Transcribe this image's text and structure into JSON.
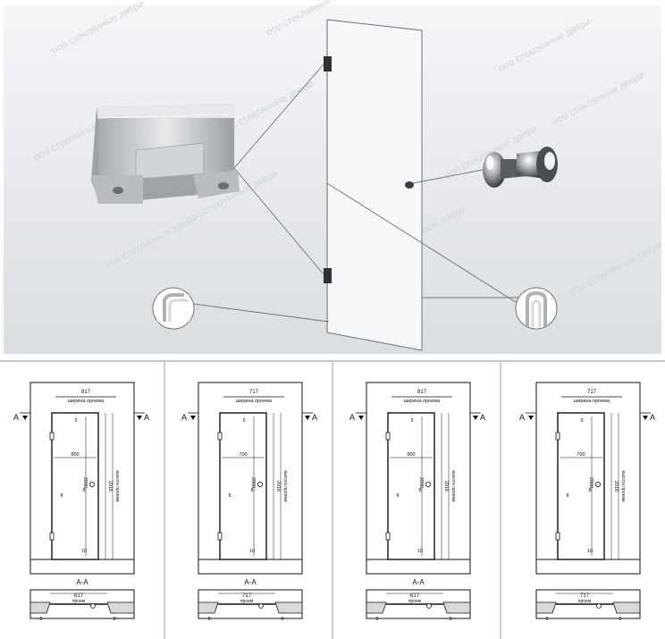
{
  "render": {
    "title": "",
    "watermark": "ооо стеклянные двери",
    "materials": {
      "backdrop": "#e9ebef",
      "glass": "#f5f7fa",
      "glass_edge": "#6d7177",
      "chrome": "#c9ccd0",
      "hardware": "#3a3c40"
    },
    "callouts": [
      "hinge-detail",
      "knob-detail",
      "seal-left-detail",
      "seal-right-detail"
    ]
  },
  "drawings": [
    {
      "id": "d1",
      "width": "817",
      "width_caption": "ширина проема",
      "inner_width": "800",
      "height_total": "2016",
      "height_caption": "высота проема",
      "door_height": "2000",
      "gap_top": "5",
      "gap_side": "8",
      "gap_bottom": "10",
      "gap_knob": "8",
      "section_marker": "A",
      "section_title": "A-A",
      "plan_width": "617",
      "plan_caption": "проем",
      "plan_gap_left": "8",
      "plan_gap_right": "8",
      "hinge_side": "left"
    },
    {
      "id": "d2",
      "width": "717",
      "width_caption": "ширина проема",
      "inner_width": "700",
      "height_total": "2016",
      "height_caption": "высота проема",
      "door_height": "2000",
      "gap_top": "5",
      "gap_side": "8",
      "gap_bottom": "10",
      "gap_knob": "8",
      "section_marker": "A",
      "section_title": "A-A",
      "plan_width": "717",
      "plan_caption": "проем",
      "plan_gap_left": "8",
      "plan_gap_right": "8",
      "hinge_side": "left"
    },
    {
      "id": "d3",
      "width": "817",
      "width_caption": "ширина проема",
      "inner_width": "800",
      "height_total": "2016",
      "height_caption": "высота проема",
      "door_height": "2000",
      "gap_top": "5",
      "gap_side": "8",
      "gap_bottom": "10",
      "gap_knob": "8",
      "section_marker": "A",
      "section_title": "A-A",
      "plan_width": "617",
      "plan_caption": "проем",
      "plan_gap_left": "8",
      "plan_gap_right": "8",
      "hinge_side": "left"
    },
    {
      "id": "d4",
      "width": "717",
      "width_caption": "ширина проема",
      "inner_width": "700",
      "height_total": "2016",
      "height_caption": "высота проема",
      "door_height": "2000",
      "gap_top": "5",
      "gap_side": "8",
      "gap_bottom": "10",
      "gap_knob": "8",
      "section_marker": "A",
      "section_title": "",
      "plan_width": "717",
      "plan_caption": "проем",
      "plan_gap_left": "8",
      "plan_gap_right": "8",
      "hinge_side": "left"
    }
  ]
}
